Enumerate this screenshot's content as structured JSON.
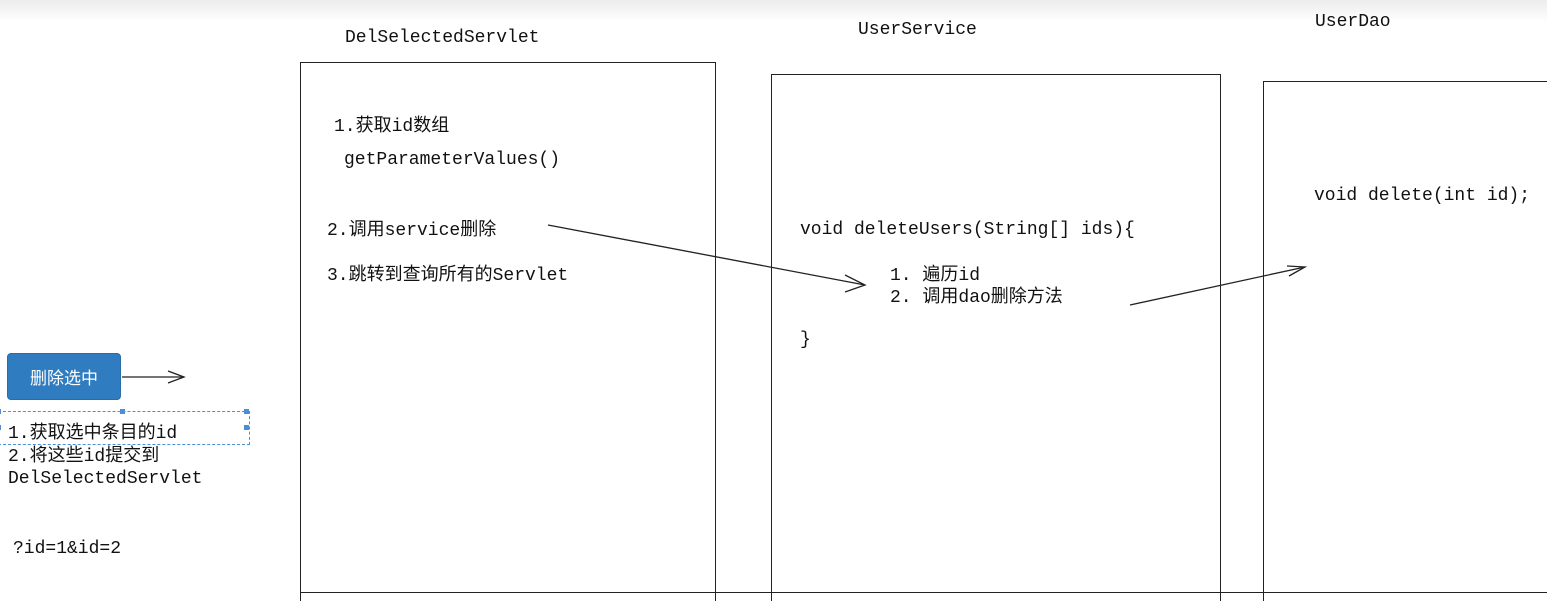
{
  "columns": {
    "servlet": {
      "title": "DelSelectedServlet",
      "line1": "1.获取id数组",
      "line2": "getParameterValues()",
      "line3": "2.调用service删除",
      "line4": "3.跳转到查询所有的Servlet"
    },
    "service": {
      "title": "UserService",
      "signature": "void deleteUsers(String[] ids){",
      "step1": "1. 遍历id",
      "step2": "2. 调用dao删除方法",
      "close": "}"
    },
    "dao": {
      "title": "UserDao",
      "signature": "void delete(int id);"
    }
  },
  "client": {
    "button_label": "删除选中",
    "note1": "1.获取选中条目的id",
    "note2": "2.将这些id提交到",
    "note3": "DelSelectedServlet",
    "query": "?id=1&id=2"
  },
  "colors": {
    "button_bg": "#2f7cc0",
    "selection": "#4a8fd6",
    "line": "#222222"
  }
}
